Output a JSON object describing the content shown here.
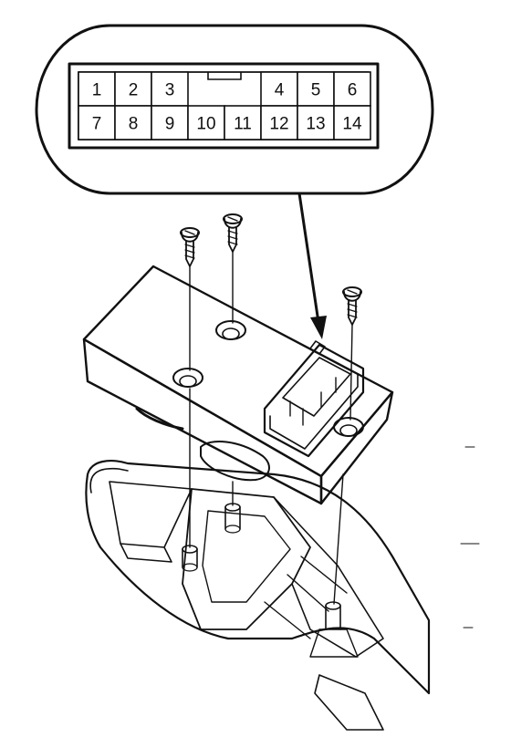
{
  "connector": {
    "top_row": [
      {
        "pin": "1",
        "slot": 0
      },
      {
        "pin": "2",
        "slot": 1
      },
      {
        "pin": "3",
        "slot": 2
      },
      {
        "pin": "4",
        "slot": 5
      },
      {
        "pin": "5",
        "slot": 6
      },
      {
        "pin": "6",
        "slot": 7
      }
    ],
    "bottom_row": [
      {
        "pin": "7",
        "slot": 0
      },
      {
        "pin": "8",
        "slot": 1
      },
      {
        "pin": "9",
        "slot": 2
      },
      {
        "pin": "10",
        "slot": 3
      },
      {
        "pin": "11",
        "slot": 4
      },
      {
        "pin": "12",
        "slot": 5
      },
      {
        "pin": "13",
        "slot": 6
      },
      {
        "pin": "14",
        "slot": 7
      }
    ]
  },
  "colors": {
    "ink": "#111111",
    "body_shade": "#e8e8e8",
    "background": "#ffffff"
  }
}
